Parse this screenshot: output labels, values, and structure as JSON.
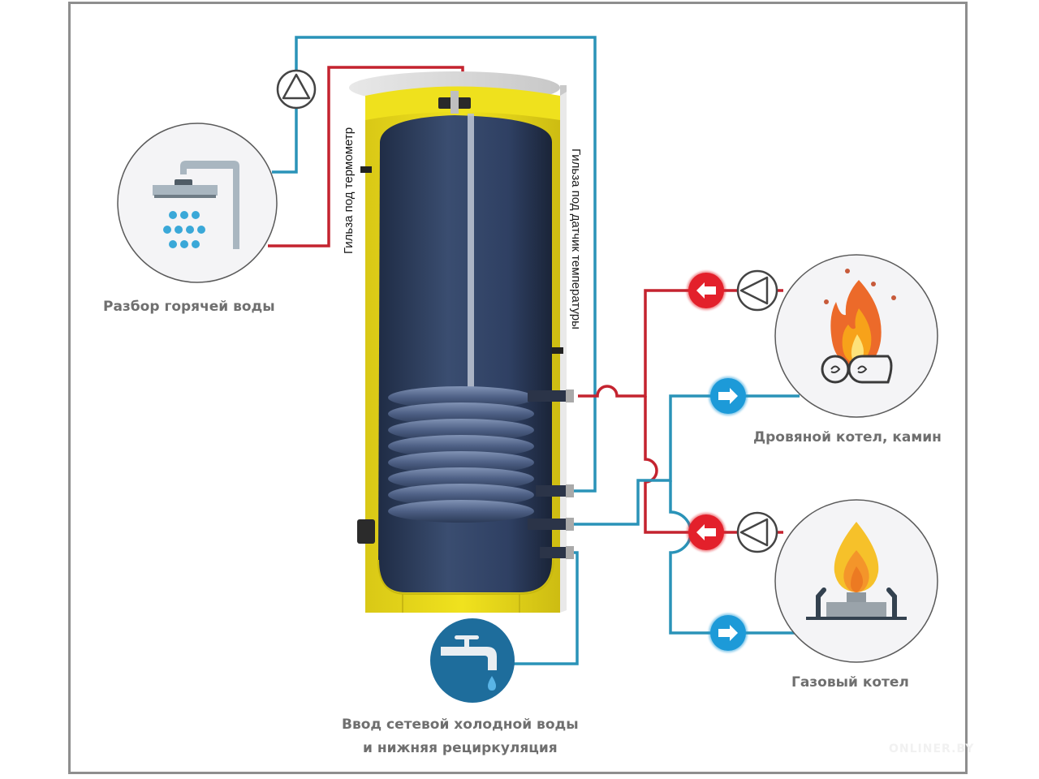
{
  "title": "Схема подключения бойлера косвенного нагрева",
  "colors": {
    "hot_pipe": "#c4232f",
    "cold_pipe": "#2a93b8",
    "tank_insulation": "#e6d81c",
    "tank_inner": "#2e3f5f",
    "label_text": "#6f6f6f",
    "frame": "#8e8e8e",
    "hot_arrow": "#e3202b",
    "cold_arrow": "#1d9ad8",
    "tap_circle": "#1e6d9c"
  },
  "nodes": {
    "hot_water": {
      "label": "Разбор горячей воды",
      "icon": "shower-icon"
    },
    "wood_boiler": {
      "label": "Дровяной котел, камин",
      "icon": "campfire-icon"
    },
    "gas_boiler": {
      "label": "Газовый котел",
      "icon": "gas-burner-icon"
    },
    "cold_inlet": {
      "label_line1": "Ввод  сетевой холодной воды",
      "label_line2": "и нижняя рециркуляция",
      "icon": "water-tap-icon"
    }
  },
  "annotations": {
    "thermometer_sleeve": "Гильза под термометр",
    "sensor_sleeve": "Гильза под датчик температуры"
  },
  "symbols": {
    "pump": "pump-icon",
    "flow_left": "arrow-left-icon",
    "flow_right": "arrow-right-icon"
  },
  "watermark": "ONLINER.BY"
}
